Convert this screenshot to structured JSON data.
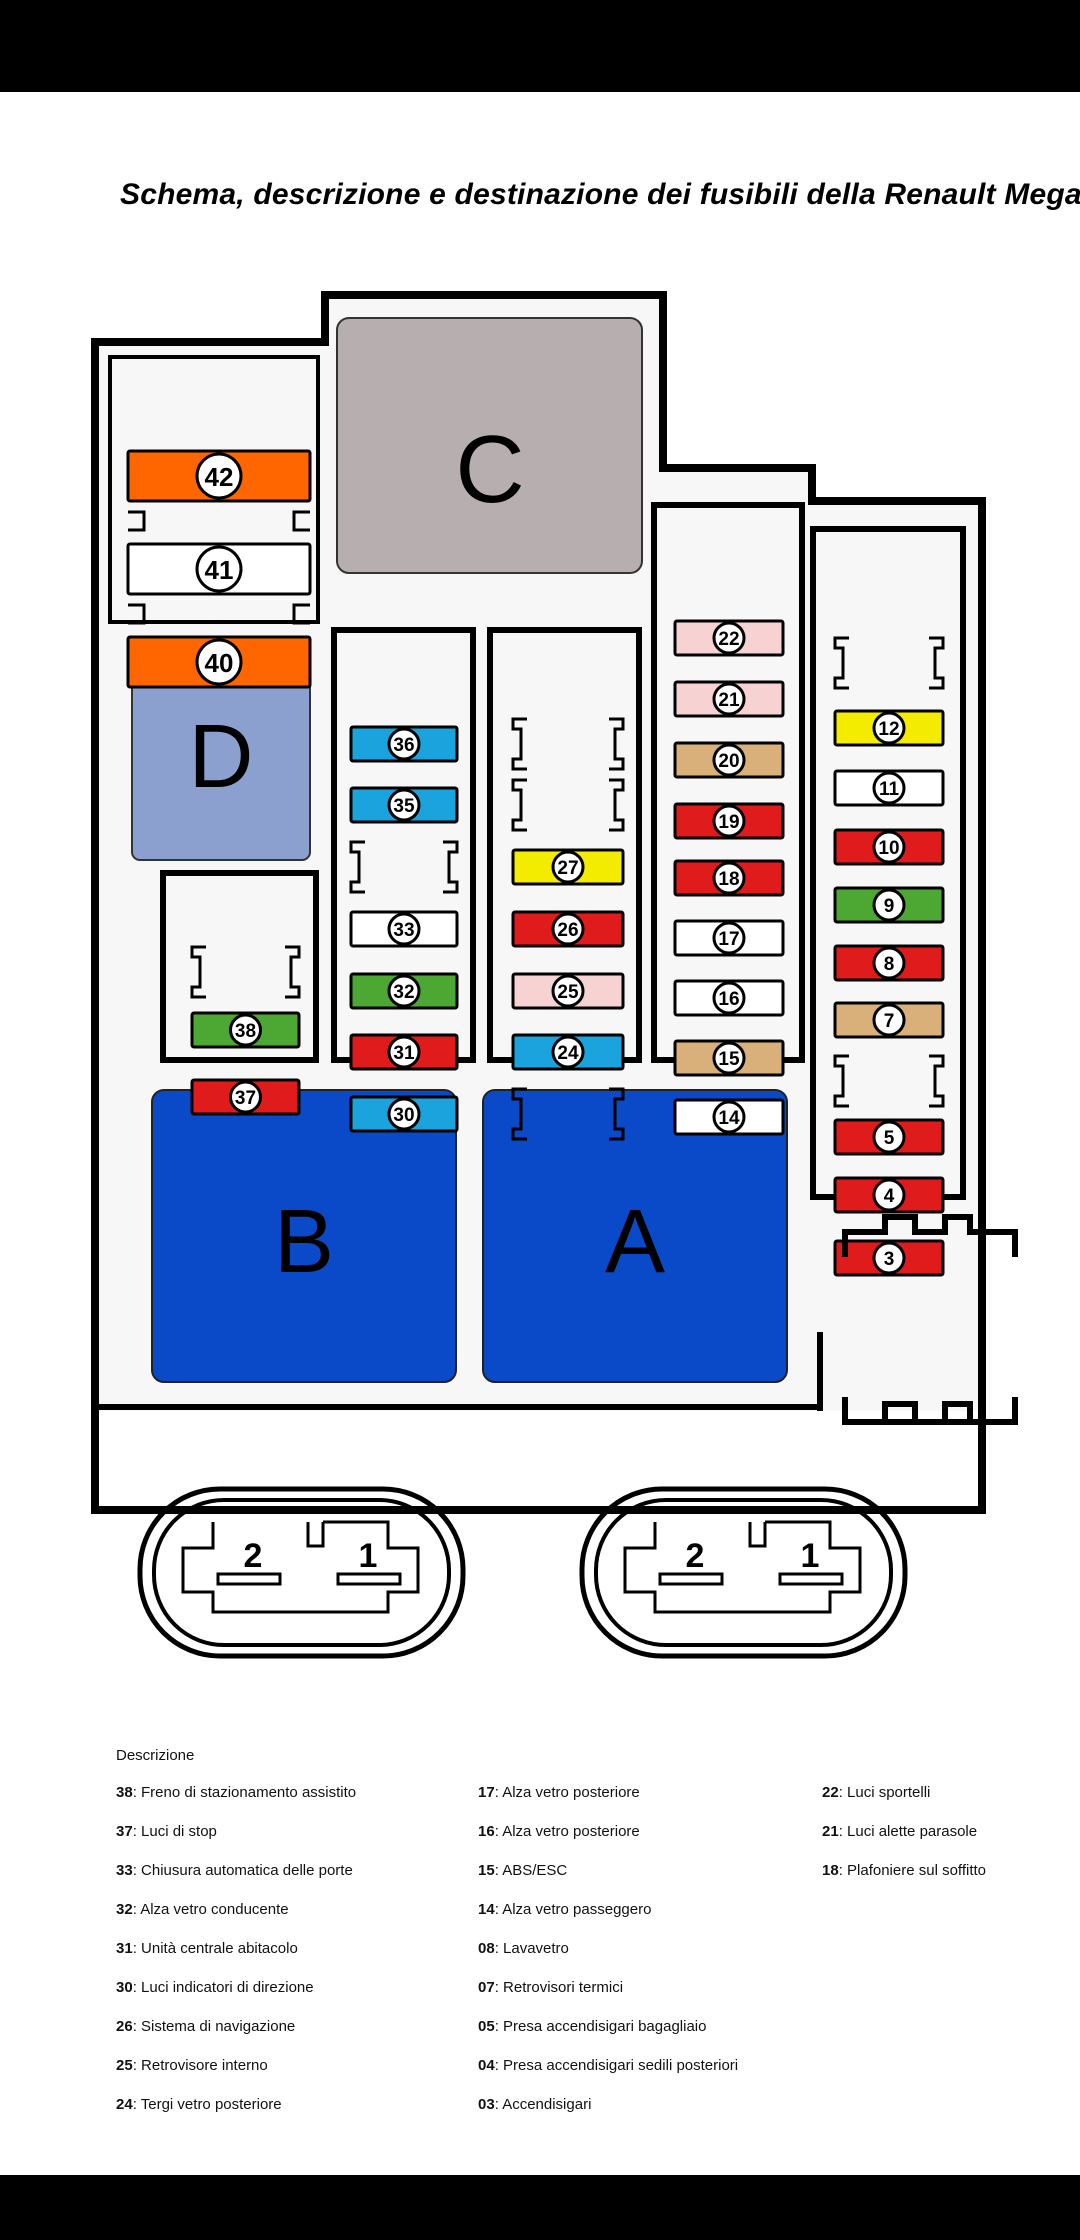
{
  "title": "Schema, descrizione e destinazione dei fusibili della Renault Megane III Sportour",
  "relays": {
    "a": "A",
    "b": "B",
    "c": "C",
    "d": "D"
  },
  "connectors": [
    {
      "pin_left": "2",
      "pin_right": "1"
    },
    {
      "pin_left": "2",
      "pin_right": "1"
    }
  ],
  "colors": {
    "orange": "#ff6600",
    "red": "#e01b1b",
    "blue": "#1aa3dc",
    "green": "#4ca832",
    "yellow": "#f4ec00",
    "pink": "#f7d2d2",
    "tan": "#d9b07a",
    "white": "#ffffff",
    "relay_blue": "#0a49c8",
    "relay_gray": "#b7afaf",
    "relay_lightblue": "#8ca0d0"
  },
  "fuse_groups": [
    {
      "group": "left-top",
      "slots": [
        {
          "label": "42",
          "color": "orange"
        },
        {
          "label": "41",
          "color": "white"
        },
        {
          "label": "40",
          "color": "orange"
        }
      ]
    },
    {
      "group": "38-37",
      "slots": [
        {
          "label": "",
          "color": ""
        },
        {
          "label": "38",
          "color": "green"
        },
        {
          "label": "37",
          "color": "red"
        }
      ]
    },
    {
      "group": "36-30",
      "slots": [
        {
          "label": "36",
          "color": "blue"
        },
        {
          "label": "35",
          "color": "blue"
        },
        {
          "label": "",
          "color": ""
        },
        {
          "label": "33",
          "color": "white"
        },
        {
          "label": "32",
          "color": "green"
        },
        {
          "label": "31",
          "color": "red"
        },
        {
          "label": "30",
          "color": "blue"
        }
      ]
    },
    {
      "group": "27-24",
      "slots": [
        {
          "label": "",
          "color": ""
        },
        {
          "label": "",
          "color": ""
        },
        {
          "label": "27",
          "color": "yellow"
        },
        {
          "label": "26",
          "color": "red"
        },
        {
          "label": "25",
          "color": "pink"
        },
        {
          "label": "24",
          "color": "blue"
        },
        {
          "label": "",
          "color": ""
        }
      ]
    },
    {
      "group": "22-14",
      "slots": [
        {
          "label": "22",
          "color": "pink"
        },
        {
          "label": "21",
          "color": "pink"
        },
        {
          "label": "20",
          "color": "tan"
        },
        {
          "label": "19",
          "color": "red"
        },
        {
          "label": "18",
          "color": "red"
        },
        {
          "label": "17",
          "color": "white"
        },
        {
          "label": "16",
          "color": "white"
        },
        {
          "label": "15",
          "color": "tan"
        },
        {
          "label": "14",
          "color": "white"
        }
      ]
    },
    {
      "group": "12-3",
      "slots": [
        {
          "label": "",
          "color": ""
        },
        {
          "label": "12",
          "color": "yellow"
        },
        {
          "label": "11",
          "color": "white"
        },
        {
          "label": "10",
          "color": "red"
        },
        {
          "label": "9",
          "color": "green"
        },
        {
          "label": "8",
          "color": "red"
        },
        {
          "label": "7",
          "color": "tan"
        },
        {
          "label": "",
          "color": ""
        },
        {
          "label": "5",
          "color": "red"
        },
        {
          "label": "4",
          "color": "red"
        },
        {
          "label": "3",
          "color": "red"
        }
      ]
    }
  ],
  "description_heading": "Descrizione",
  "legend": [
    [
      {
        "num": "38",
        "text": ": Freno di stazionamento assistito"
      },
      {
        "num": "37",
        "text": ": Luci di stop"
      },
      {
        "num": "33",
        "text": ": Chiusura automatica delle porte"
      },
      {
        "num": "32",
        "text": ": Alza vetro conducente"
      },
      {
        "num": "31",
        "text": ": Unità centrale abitacolo"
      },
      {
        "num": "30",
        "text": ": Luci indicatori di direzione"
      },
      {
        "num": "26",
        "text": ": Sistema di navigazione"
      },
      {
        "num": "25",
        "text": ": Retrovisore interno"
      },
      {
        "num": "24",
        "text": ": Tergi vetro posteriore"
      }
    ],
    [
      {
        "num": "17",
        "text": ": Alza vetro posteriore"
      },
      {
        "num": "16",
        "text": ": Alza vetro posteriore"
      },
      {
        "num": "15",
        "text": ": ABS/ESC"
      },
      {
        "num": "14",
        "text": ": Alza vetro passeggero"
      },
      {
        "num": "08",
        "text": ": Lavavetro"
      },
      {
        "num": "07",
        "text": ": Retrovisori termici"
      },
      {
        "num": "05",
        "text": ": Presa accendisigari bagagliaio"
      },
      {
        "num": "04",
        "text": ": Presa accendisigari sedili posteriori"
      },
      {
        "num": "03",
        "text": ": Accendisigari"
      }
    ],
    [
      {
        "num": "22",
        "text": ": Luci sportelli"
      },
      {
        "num": "21",
        "text": ": Luci alette parasole"
      },
      {
        "num": "18",
        "text": ": Plafoniere sul soffitto"
      }
    ]
  ]
}
